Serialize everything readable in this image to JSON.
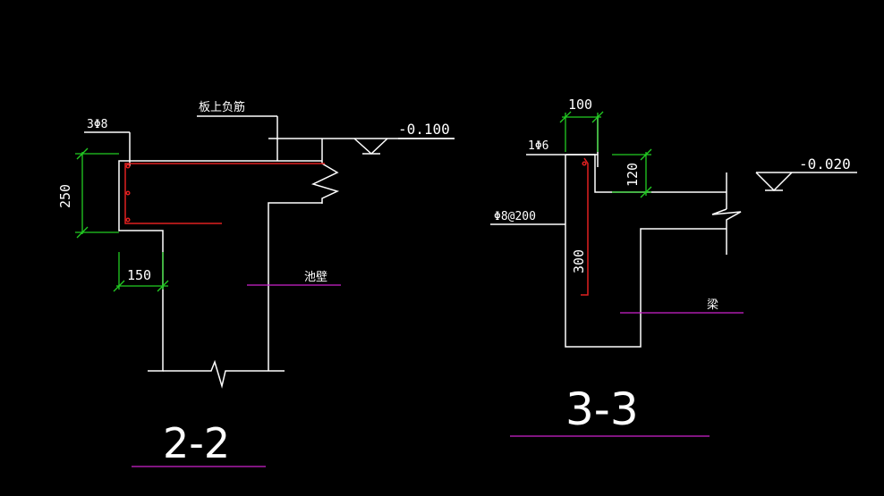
{
  "colors": {
    "background": "#000000",
    "outline": "#ffffff",
    "rebar": "#e02020",
    "dimension": "#22cc22",
    "underline": "#cc22cc"
  },
  "section_2_2": {
    "title": "2-2",
    "rebar_top_label": "板上负筋",
    "rebar_bottom_label": "3Φ8",
    "elevation": "-0.100",
    "wall_label": "池壁",
    "dim_height": "250",
    "dim_width": "150"
  },
  "section_3_3": {
    "title": "3-3",
    "dim_top": "100",
    "rebar_top_label": "1Φ6",
    "dim_120": "120",
    "stirrup_label": "Φ8@200",
    "dim_300": "300",
    "elevation": "-0.020",
    "beam_label": "梁"
  }
}
